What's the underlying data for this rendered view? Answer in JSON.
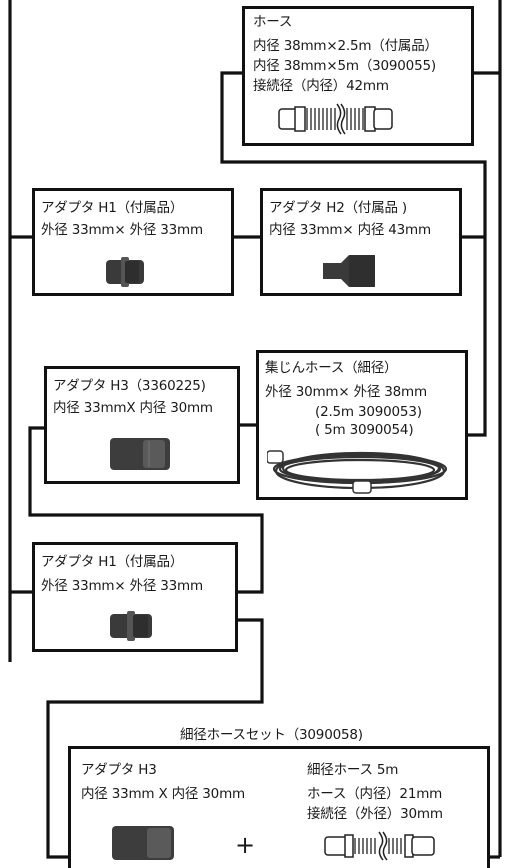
{
  "hose": {
    "title": "ホース",
    "line1": "内径 38mm×2.5m（付属品）",
    "line2": "内径 38mm×5m（3090055)",
    "line3": "接続径（内径）42mm"
  },
  "adapter_h1_top": {
    "title": "アダプタ H1（付属品）",
    "spec": "外径 33mm× 外径 33mm"
  },
  "adapter_h2": {
    "title": "アダプタ H2（付属品 )",
    "spec": "内径 33mm× 内径 43mm"
  },
  "adapter_h3": {
    "title": "アダプタ H3（3360225)",
    "spec": "内径 33mmX 内径 30mm"
  },
  "dust_hose": {
    "title": "集じんホース（細径）",
    "spec": "外径 30mm× 外径 38mm",
    "variant1": "(2.5m 3090053)",
    "variant2": "(  5m  3090054)"
  },
  "adapter_h1_bottom": {
    "title": "アダプタ H1（付属品）",
    "spec": "外径 33mm× 外径 33mm"
  },
  "thin_hose_set": {
    "caption": "細径ホースセット（3090058)",
    "adapter_title": "アダプタ H3",
    "adapter_spec": "内径 33mm X 内径 30mm",
    "hose_title": "細径ホース 5m",
    "hose_spec": "ホース（内径）21mm",
    "hose_connect": "接続径（外径）30mm",
    "plus": "+"
  },
  "colors": {
    "line": "#111111",
    "part_dark": "#3a3a3a",
    "part_mid": "#6a6a6a",
    "part_light": "#d9d9d9"
  }
}
